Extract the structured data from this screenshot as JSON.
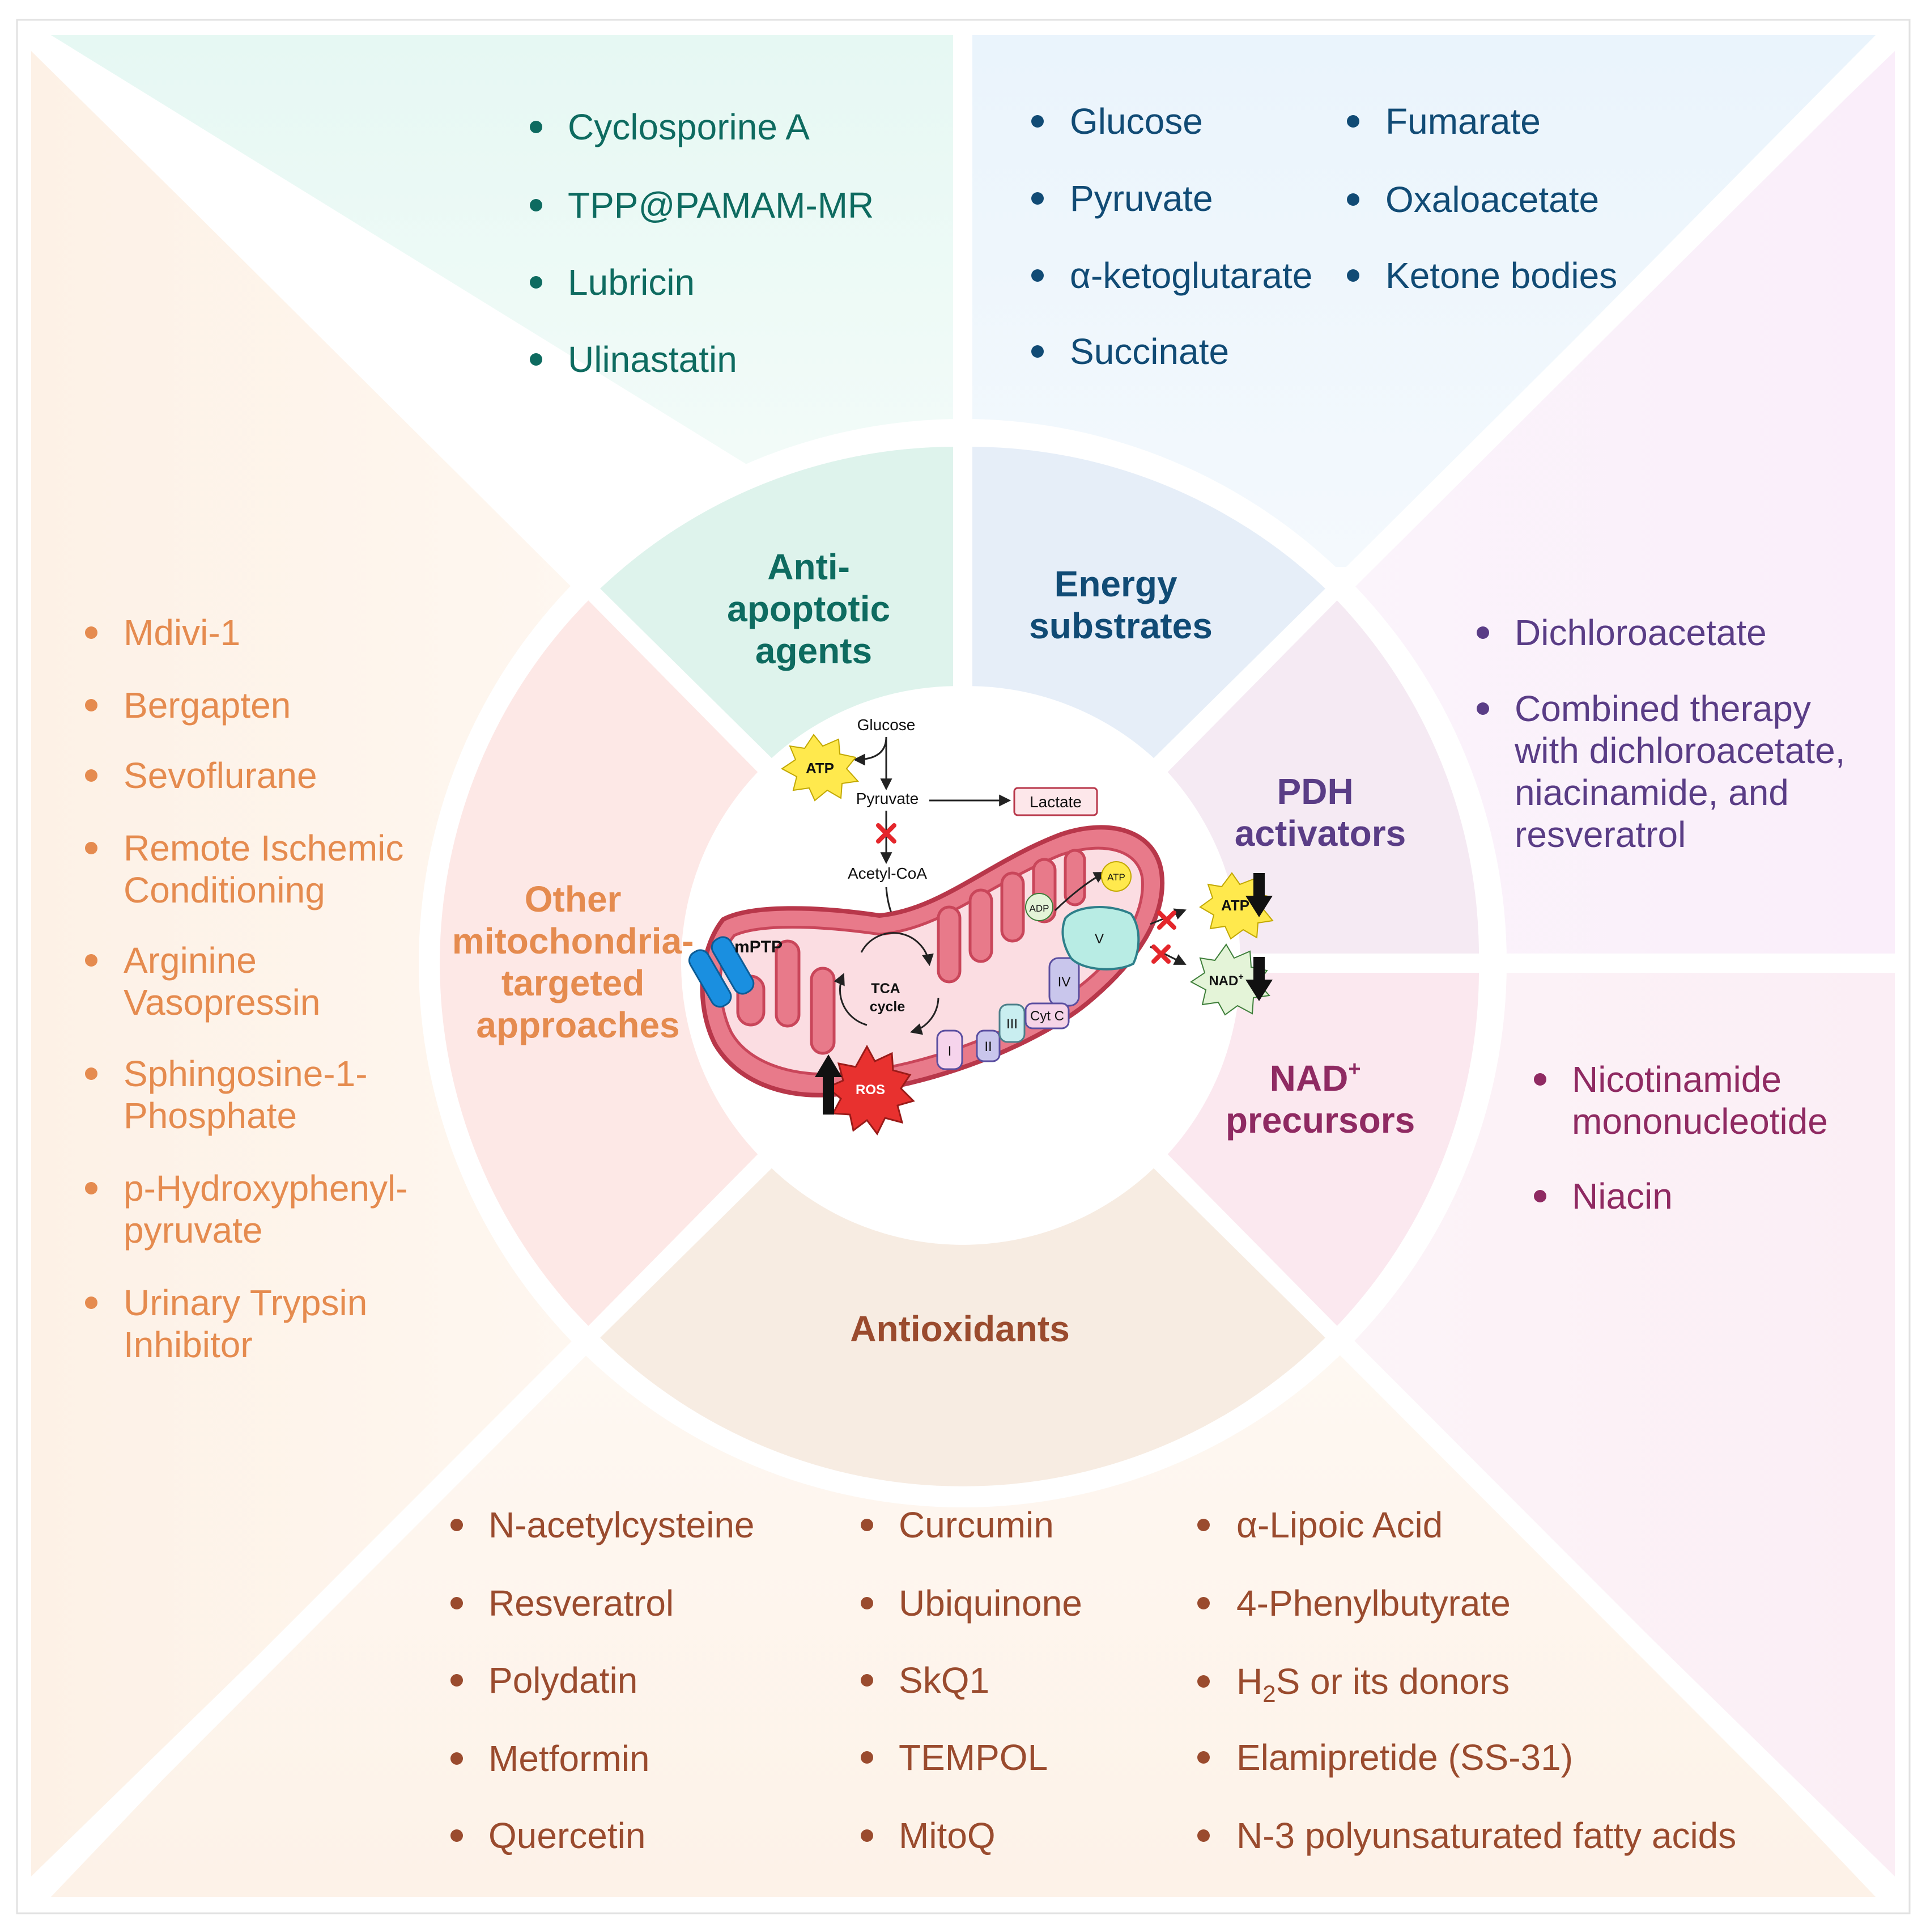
{
  "categories": {
    "anti_apoptotic": {
      "title_lines": [
        "Anti-",
        "apoptotic",
        "agents"
      ],
      "items": [
        "Cyclosporine A",
        "TPP@PAMAM-MR",
        "Lubricin",
        "Ulinastatin"
      ],
      "color": "#0e6b60"
    },
    "energy_substrates": {
      "title_lines": [
        "Energy",
        "substrates"
      ],
      "items_col1": [
        "Glucose",
        "Pyruvate",
        "α-ketoglutarate",
        "Succinate"
      ],
      "items_col2": [
        "Fumarate",
        "Oxaloacetate",
        "Ketone bodies"
      ],
      "color": "#114b75"
    },
    "pdh_activators": {
      "title_lines": [
        "PDH",
        "activators"
      ],
      "items": [
        {
          "lines": [
            "Dichloroacetate"
          ]
        },
        {
          "lines": [
            "Combined therapy",
            "with dichloroacetate,",
            "niacinamide, and",
            "resveratrol"
          ]
        }
      ],
      "color": "#5a3d86"
    },
    "nad_precursors": {
      "title_main": "NAD",
      "title_sup": "+",
      "title_line2": "precursors",
      "items": [
        {
          "lines": [
            "Nicotinamide",
            "mononucleotide"
          ]
        },
        {
          "lines": [
            "Niacin"
          ]
        }
      ],
      "color": "#8f2a62"
    },
    "antioxidants": {
      "title": "Antioxidants",
      "col1": [
        "N-acetylcysteine",
        "Resveratrol",
        "Polydatin",
        "Metformin",
        "Quercetin"
      ],
      "col2": [
        "Curcumin",
        "Ubiquinone",
        "SkQ1",
        "TEMPOL",
        "MitoQ"
      ],
      "col3_a": [
        "α-Lipoic Acid",
        "4-Phenylbutyrate"
      ],
      "h2s": {
        "pre": "H",
        "sub": "2",
        "post": "S or its donors"
      },
      "col3_b": [
        "Elamipretide (SS-31)",
        "N-3 polyunsaturated fatty acids"
      ],
      "color": "#9a4b2e"
    },
    "other": {
      "title_lines": [
        "Other",
        "mitochondria-",
        "targeted",
        "approaches"
      ],
      "items": [
        {
          "lines": [
            "Mdivi-1"
          ]
        },
        {
          "lines": [
            "Bergapten"
          ]
        },
        {
          "lines": [
            "Sevoflurane"
          ]
        },
        {
          "lines": [
            "Remote Ischemic",
            "Conditioning"
          ]
        },
        {
          "lines": [
            "Arginine",
            "Vasopressin"
          ]
        },
        {
          "lines": [
            "Sphingosine-1-",
            "Phosphate"
          ]
        },
        {
          "lines": [
            "p-Hydroxyphenyl-",
            "pyruvate"
          ]
        },
        {
          "lines": [
            "Urinary Trypsin",
            "Inhibitor"
          ]
        }
      ],
      "color": "#e58b4f"
    }
  },
  "center": {
    "glucose": "Glucose",
    "pyruvate": "Pyruvate",
    "lactate": "Lactate",
    "acetyl_coa": "Acetyl-CoA",
    "tca_lines": [
      "TCA",
      "cycle"
    ],
    "mptp": "mPTP",
    "atp": "ATP",
    "adp": "ADP",
    "nad": "NAD",
    "nad_sup": "+",
    "ros": "ROS",
    "cyt_c": "Cyt C",
    "complexes": [
      "I",
      "II",
      "III",
      "IV",
      "V"
    ]
  }
}
